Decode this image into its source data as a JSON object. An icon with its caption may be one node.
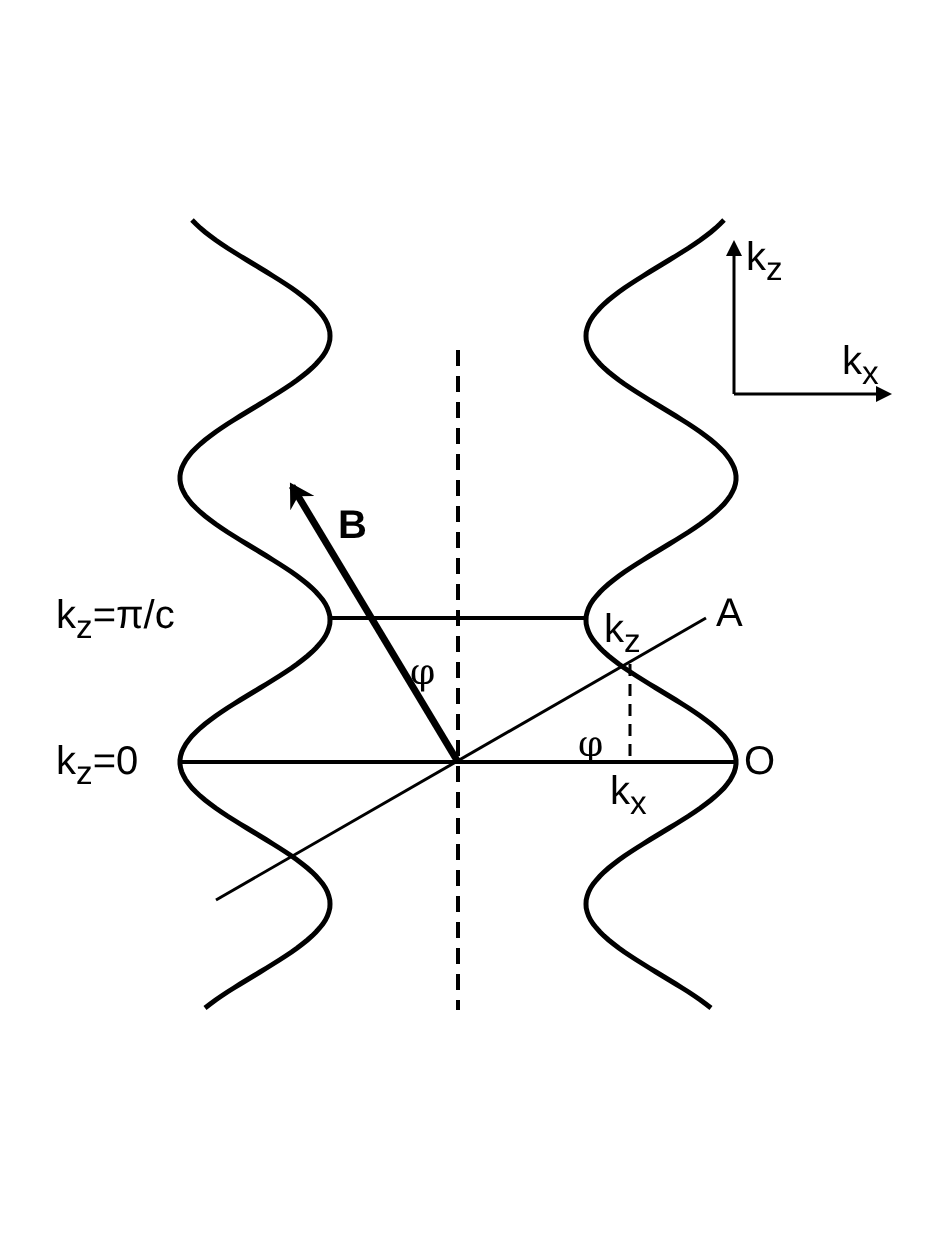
{
  "diagram": {
    "labels": [
      "k$_{z}$",
      "k$_{x}$",
      "B",
      "k$_{z}$=π/c",
      "k$_{z}$",
      "A",
      "φ",
      "k$_{z}$=0",
      "φ",
      "O",
      "k$_{x}$"
    ]
  }
}
